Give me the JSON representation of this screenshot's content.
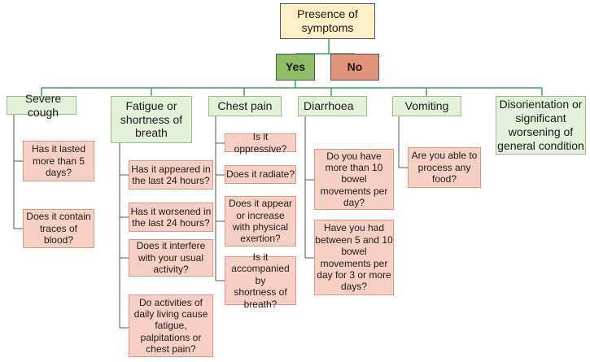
{
  "root": "Presence of\nsymptoms",
  "yes": "Yes",
  "no": "No",
  "categories": [
    {
      "label": "Severe cough",
      "questions": [
        "Has it lasted\nmore than 5\ndays?",
        "Does it contain\ntraces of\nblood?"
      ]
    },
    {
      "label": "Fatigue or\nshortness of\nbreath",
      "questions": [
        "Has it appeared in\nthe last 24 hours?",
        "Has it worsened in\nthe last 24 hours?",
        "Does it interfere\nwith your usual\nactivity?",
        "Do activities of\ndaily living cause\nfatigue,\npalpitations or\nchest pain?"
      ]
    },
    {
      "label": "Chest pain",
      "questions": [
        "Is it oppressive?",
        "Does it radiate?",
        "Does it appear\nor increase\nwith physical\nexertion?",
        "Is it\naccompanied by\nshortness of\nbreath?"
      ]
    },
    {
      "label": "Diarrhoea",
      "questions": [
        "Do you have\nmore than 10\nbowel\nmovements per\nday?",
        "Have you had\nbetween 5 and 10\nbowel\nmovements per\nday for 3 or more\ndays?"
      ]
    },
    {
      "label": "Vomiting",
      "questions": [
        "Are you able to\nprocess any\nfood?"
      ]
    },
    {
      "label": "Disorientation or\nsignificant\nworsening of\ngeneral condition",
      "questions": []
    }
  ]
}
